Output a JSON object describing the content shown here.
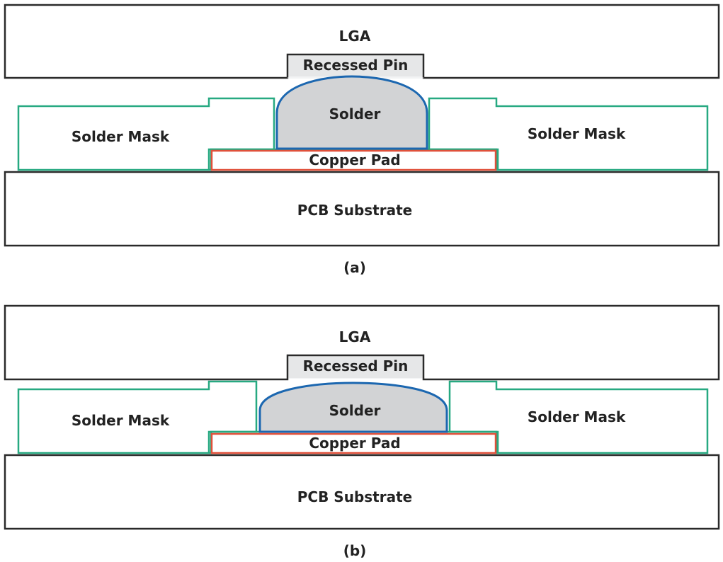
{
  "colors": {
    "outline": "#2a2a2a",
    "solder_mask": "#27a981",
    "copper_pad": "#e0503a",
    "solder_stroke": "#1c67b0",
    "solder_fill": "#d2d3d5",
    "pin_fill": "#e6e7e8",
    "background": "#ffffff"
  },
  "panel_a": {
    "caption": "(a)",
    "lga_label": "LGA",
    "pin_label": "Recessed Pin",
    "solder_label": "Solder",
    "mask_left_label": "Solder Mask",
    "mask_right_label": "Solder Mask",
    "pad_label": "Copper Pad",
    "substrate_label": "PCB Substrate"
  },
  "panel_b": {
    "caption": "(b)",
    "lga_label": "LGA",
    "pin_label": "Recessed Pin",
    "solder_label": "Solder",
    "mask_left_label": "Solder Mask",
    "mask_right_label": "Solder Mask",
    "pad_label": "Copper Pad",
    "substrate_label": "PCB Substrate"
  }
}
